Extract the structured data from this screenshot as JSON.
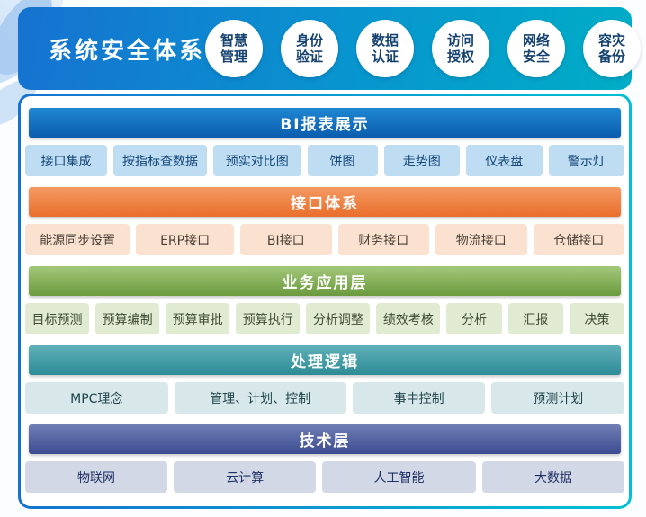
{
  "header": {
    "title": "系统安全体系",
    "badges": [
      {
        "line1": "智慧",
        "line2": "管理"
      },
      {
        "line1": "身份",
        "line2": "验证"
      },
      {
        "line1": "数据",
        "line2": "认证"
      },
      {
        "line1": "访问",
        "line2": "授权"
      },
      {
        "line1": "网络",
        "line2": "安全"
      },
      {
        "line1": "容灾",
        "line2": "备份"
      }
    ]
  },
  "sections": [
    {
      "title": "BI报表展示",
      "items": [
        "接口集成",
        "按指标查数据",
        "预实对比图",
        "饼图",
        "走势图",
        "仪表盘",
        "警示灯"
      ],
      "colors": {
        "bar_top": "#1f88d2",
        "bar_bottom": "#0a5cad",
        "item_bg": "#bedcf2",
        "item_text": "#14467a"
      }
    },
    {
      "title": "接口体系",
      "items": [
        "能源同步设置",
        "ERP接口",
        "BI接口",
        "财务接口",
        "物流接口",
        "仓储接口"
      ],
      "colors": {
        "bar_top": "#f49a63",
        "bar_bottom": "#e96e2b",
        "item_bg": "#fbe2d0",
        "item_text": "#4c4137"
      }
    },
    {
      "title": "业务应用层",
      "items": [
        "目标预测",
        "预算编制",
        "预算审批",
        "预算执行",
        "分析调整",
        "绩效考核",
        "分析",
        "汇报",
        "决策"
      ],
      "colors": {
        "bar_top": "#a3c87a",
        "bar_bottom": "#6b9a3e",
        "item_bg": "#e0ebd1",
        "item_text": "#3e4a33"
      }
    },
    {
      "title": "处理逻辑",
      "items": [
        "MPC理念",
        "管理、计划、控制",
        "事中控制",
        "预测计划"
      ],
      "colors": {
        "bar_top": "#5fb0b8",
        "bar_bottom": "#2d8b97",
        "item_bg": "#d8e8ea",
        "item_text": "#1e4449"
      }
    },
    {
      "title": "技术层",
      "items": [
        "物联网",
        "云计算",
        "人工智能",
        "大数据"
      ],
      "colors": {
        "bar_top": "#707fb5",
        "bar_bottom": "#3b4b90",
        "item_bg": "#d3d8e7",
        "item_text": "#1e2f63"
      }
    }
  ],
  "colors": {
    "header_gradient_left": "#1672d0",
    "header_gradient_mid": "#0895cf",
    "header_gradient_right": "#00adc6",
    "card_border_left": "#1672d0",
    "card_border_right": "#00c0d2",
    "badge_text": "#154270",
    "page_bg": "#fbfdff"
  }
}
